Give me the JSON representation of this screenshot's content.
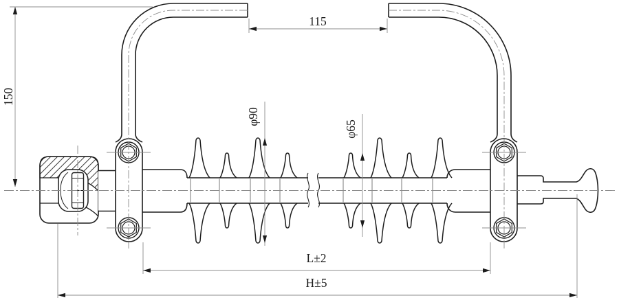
{
  "drawing": {
    "description": "Dimensioned engineering drawing of a composite long-rod insulator with arcing horns",
    "labels": {
      "horn_tip_gap": "115",
      "horn_height": "150",
      "large_shed_dia": "φ90",
      "small_shed_dia": "φ65",
      "section_length": "L±2",
      "overall_length": "H±5"
    },
    "colors": {
      "outline": "#1c1c1c",
      "thin_line": "#8c8c8c",
      "background": "#ffffff"
    }
  }
}
